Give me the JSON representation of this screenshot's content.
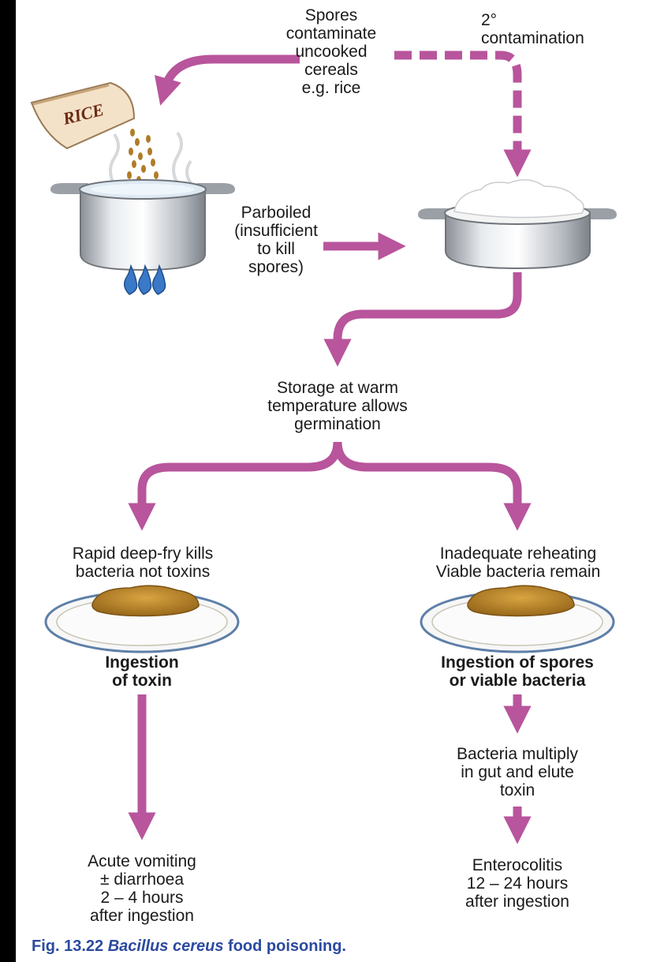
{
  "labels": {
    "spores_contaminate": "Spores\ncontaminate\nuncooked\ncereals\ne.g. rice",
    "secondary_contamination": "2°\ncontamination",
    "rice_bag": "RICE",
    "parboiled": "Parboiled\n(insufficient\nto kill\nspores)",
    "storage": "Storage at warm\ntemperature allows\ngermination",
    "deep_fry": "Rapid deep-fry kills\nbacteria not toxins",
    "reheating": "Inadequate reheating\nViable bacteria remain",
    "ingestion_toxin": "Ingestion\nof toxin",
    "ingestion_spores": "Ingestion of spores\nor viable bacteria",
    "multiply": "Bacteria multiply\nin gut and elute\ntoxin",
    "vomiting": "Acute vomiting\n± diarrhoea\n2 – 4 hours\nafter ingestion",
    "enterocolitis": "Enterocolitis\n12 – 24 hours\nafter ingestion"
  },
  "caption": {
    "figure_number": "Fig. 13.22",
    "species": "Bacillus cereus",
    "rest": "food poisoning."
  },
  "colors": {
    "arrow": "#b8559c",
    "caption": "#2b4aa0",
    "rice": "#c08a2a",
    "flame": "#3a78c8"
  }
}
